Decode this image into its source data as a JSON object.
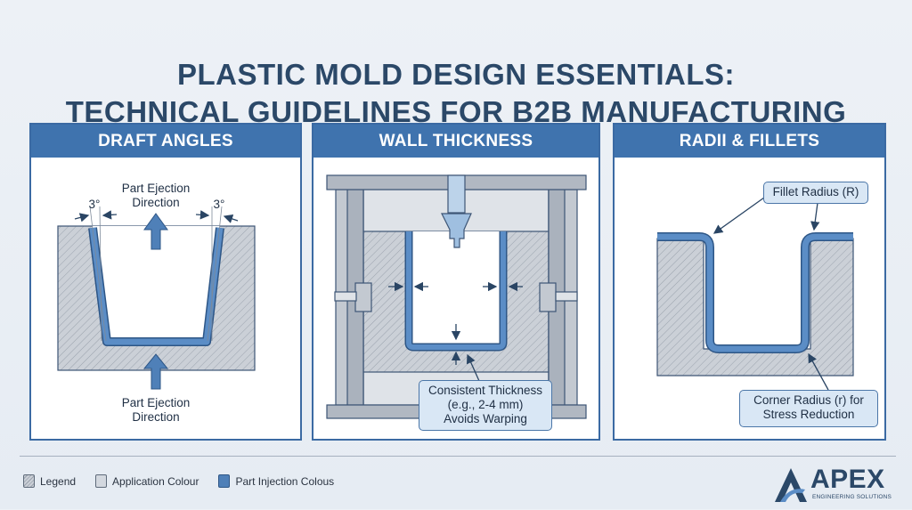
{
  "title": {
    "line1": "PLASTIC MOLD DESIGN ESSENTIALS:",
    "line2": "TECHNICAL GUIDELINES FOR B2B MANUFACTURING"
  },
  "panels": [
    {
      "heading": "DRAFT ANGLES",
      "top_label": "Part Ejection Direction",
      "bottom_label": "Part Ejection Direction",
      "angle_left": "3°",
      "angle_right": "3°"
    },
    {
      "heading": "WALL THICKNESS",
      "callout": [
        "Consistent Thickness",
        "(e.g., 2-4 mm)",
        "Avoids Warping"
      ]
    },
    {
      "heading": "RADII & FILLETS",
      "fillet_label": "Fillet Radius (R)",
      "corner_label": [
        "Corner Radius (r) for",
        "Stress Reduction"
      ]
    }
  ],
  "legend": [
    {
      "label": "Legend",
      "icon": "hatched-swatch"
    },
    {
      "label": "Application Colour",
      "icon": "gray-swatch"
    },
    {
      "label": "Part Injection Colous",
      "icon": "blue-swatch"
    }
  ],
  "logo": {
    "name": "APEX",
    "tagline": "ENGINEERING SOLUTIONS"
  },
  "colors": {
    "header": "#3f73ae",
    "title": "#2b4868",
    "part": "#5b8dc6",
    "mold": "#c9ced5"
  }
}
